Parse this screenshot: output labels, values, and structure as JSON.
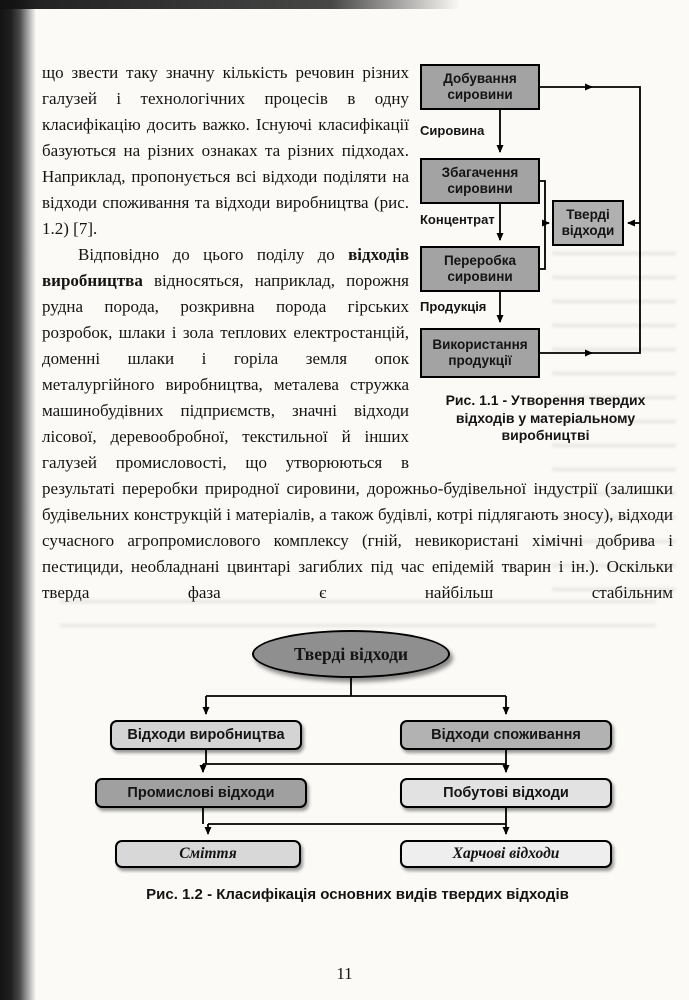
{
  "page": {
    "number": "11"
  },
  "text": {
    "para1": "що звести таку значну кількість речовин різних галузей і технологічних процесів в одну класифікацію досить важко. Існуючі класифікації базуються на різних ознаках та різних підходах. Наприклад, пропонується всі відходи поділяти на відходи споживання та відходи виробництва (рис. 1.2) [7].",
    "para2_pre": "Відповідно до цього поділу до ",
    "para2_bold": "відходів виробництва",
    "para2_post": " відносяться, наприклад, порожня рудна порода, розкривна порода гірських розробок, шлаки і зола теплових електростанцій, доменні шлаки і горіла земля опок металургійного виробництва, металева стружка машинобудівних підприємств, значні відходи лісової, деревообробної, текстильної й інших галузей промисловості, що утворюються в результаті переробки природної сировини, дорожньо-будівельної індустрії (залишки будівельних конструкцій і матеріалів, а також будівлі, котрі підлягають зносу), відходи сучасного агропромислового комплексу (гній, невикористані хімічні добрива і пестициди, необладнані цвинтарі загиблих під час епідемій тварин і ін.). Оскільки тверда фаза є найбільш стабільним"
  },
  "figure1": {
    "stages": [
      "Добування сировини",
      "Збагачення сировини",
      "Переробка сировини",
      "Використання продукції"
    ],
    "flow_labels": [
      "Сировина",
      "Концентрат",
      "Продукція"
    ],
    "result_box": "Тверді відходи",
    "caption": "Рис. 1.1 - Утворення твердих відходів у матеріальному виробництві"
  },
  "figure2": {
    "root": "Тверді відходи",
    "level1": [
      "Відходи виробництва",
      "Відходи споживання"
    ],
    "level2": [
      "Промислові відходи",
      "Побутові відходи"
    ],
    "level3": [
      "Сміття",
      "Харчові відходи"
    ],
    "caption": "Рис. 1.2 - Класифікація основних видів твердих відходів"
  }
}
